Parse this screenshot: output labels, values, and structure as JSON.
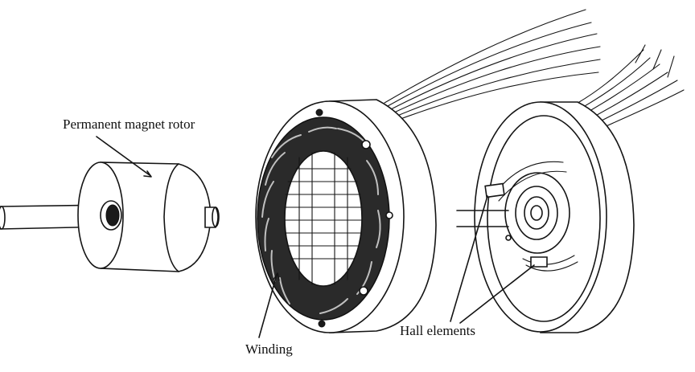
{
  "labels": {
    "rotor": "Permanent magnet rotor",
    "winding": "Winding",
    "hall": "Hall elements"
  },
  "colors": {
    "ink": "#141414",
    "paper": "#ffffff"
  }
}
